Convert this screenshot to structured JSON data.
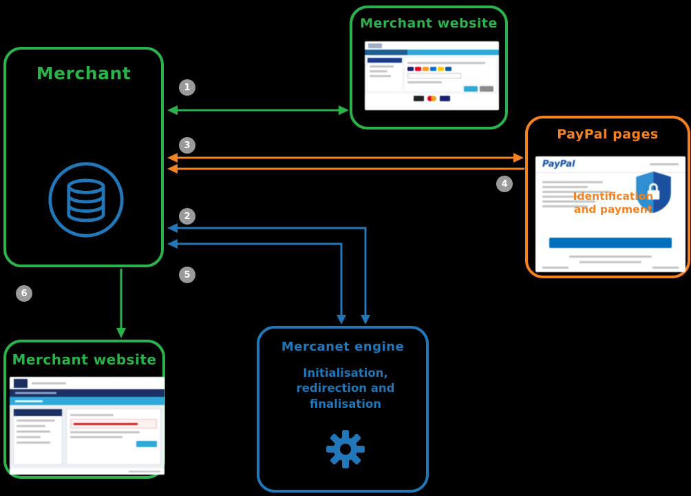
{
  "palette": {
    "background": "#000000",
    "green": "#2bb24a",
    "orange": "#f58220",
    "blue": "#2277b8",
    "step_badge_gray": "#9a9a9a",
    "paypal_blue": "#0070ba"
  },
  "nodes": {
    "merchant": {
      "title": "Merchant"
    },
    "merchant_website_top": {
      "title": "Merchant website"
    },
    "paypal": {
      "title": "PayPal pages",
      "logo_text": "PayPal",
      "annotation": "Identification and payment"
    },
    "mercanet": {
      "title": "Mercanet engine",
      "subtitle": "Initialisation, redirection and finalisation"
    },
    "merchant_website_bottom": {
      "title": "Merchant website"
    }
  },
  "steps": [
    {
      "n": "1"
    },
    {
      "n": "2"
    },
    {
      "n": "3"
    },
    {
      "n": "4"
    },
    {
      "n": "5"
    },
    {
      "n": "6"
    }
  ]
}
